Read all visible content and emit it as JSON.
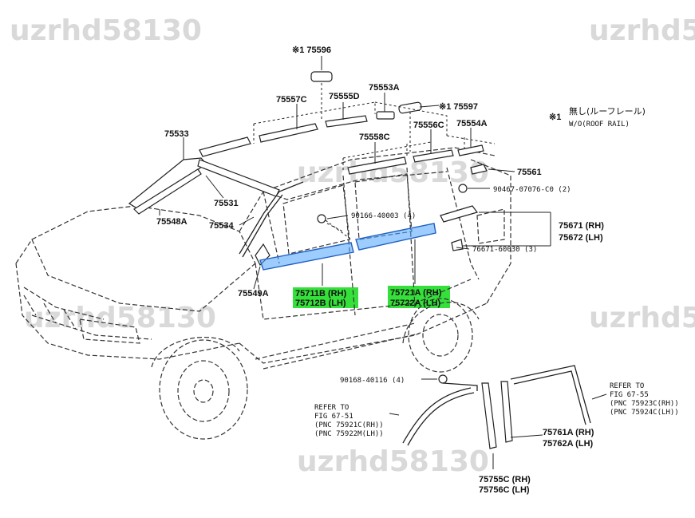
{
  "watermark": "uzrhd58130",
  "colors": {
    "highlight_green": "#36e03a",
    "highlight_blue": "#4da3ff"
  },
  "legend": {
    "mark": "※1",
    "jp": "無し(ルーフレール)",
    "en": "W/O(ROOF RAIL)"
  },
  "labels": {
    "p75596": "※1 75596",
    "p75553a": "75553A",
    "p75557c": "75557C",
    "p75555d": "75555D",
    "p75597": "※1 75597",
    "p75556c": "75556C",
    "p75554a": "75554A",
    "p75533": "75533",
    "p75558c": "75558C",
    "p75561": "75561",
    "p90467": "90467-07076-C0 (2)",
    "p75531": "75531",
    "p75548a": "75548A",
    "p90166": "90166-40003 (4)",
    "p75534": "75534",
    "p75671": "75671 (RH)",
    "p75672": "75672 (LH)",
    "p76671": "76671-60030 (3)",
    "p75711b": "75711B (RH)",
    "p75712b": "75712B (LH)",
    "p75721a": "75721A (RH)",
    "p75722a": "75722A (LH)",
    "p75549a": "75549A",
    "p90168": "90168-40116 (4)",
    "refer_right_1": "REFER TO",
    "refer_right_2": "FIG  67-55",
    "refer_right_3": "(PNC  75923C(RH))",
    "refer_right_4": "(PNC  75924C(LH))",
    "refer_left_1": "REFER TO",
    "refer_left_2": "FIG  67-51",
    "refer_left_3": "(PNC  75921C(RH))",
    "refer_left_4": "(PNC  75922M(LH))",
    "p75761a": "75761A (RH)",
    "p75762a": "75762A (LH)",
    "p75755c": "75755C (RH)",
    "p75756c": "75756C (LH)"
  }
}
